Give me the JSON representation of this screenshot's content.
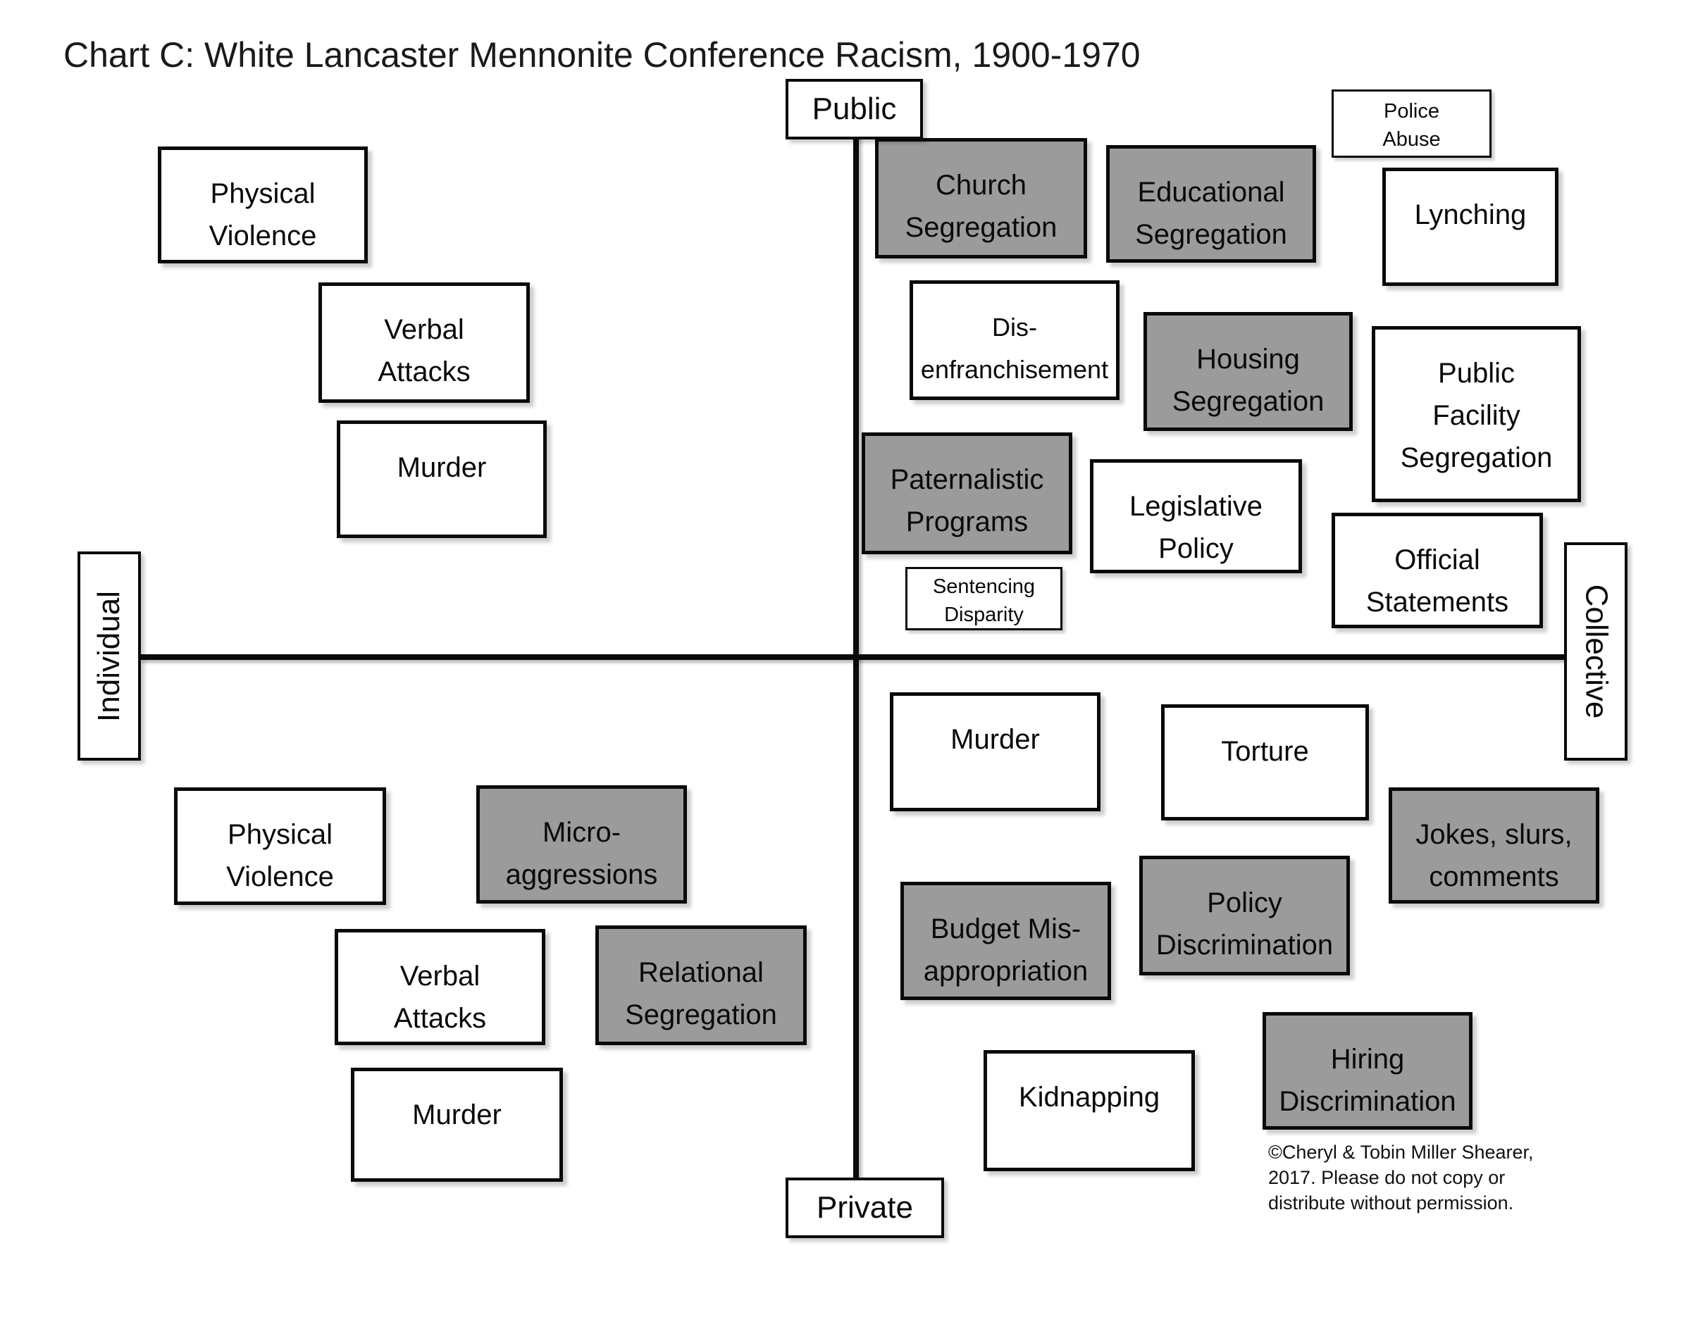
{
  "title": "Chart C: White Lancaster Mennonite Conference Racism, 1900-1970",
  "axes": {
    "top_label": "Public",
    "bottom_label": "Private",
    "left_label": "Individual",
    "right_label": "Collective"
  },
  "colors": {
    "background": "#FFFFFF",
    "box_fill_white": "#FFFFFF",
    "box_fill_gray": "#9B9B9B",
    "border_and_text": "#0A0A0A"
  },
  "boxes": [
    {
      "label": "Physical\nViolence",
      "shade": "white",
      "quadrant": "individual-public"
    },
    {
      "label": "Verbal\nAttacks",
      "shade": "white",
      "quadrant": "individual-public"
    },
    {
      "label": "Murder",
      "shade": "white",
      "quadrant": "individual-public"
    },
    {
      "label": "Church\nSegregation",
      "shade": "gray",
      "quadrant": "collective-public"
    },
    {
      "label": "Educational\nSegregation",
      "shade": "gray",
      "quadrant": "collective-public"
    },
    {
      "label": "Police\nAbuse",
      "shade": "white",
      "quadrant": "collective-public"
    },
    {
      "label": "Lynching",
      "shade": "white",
      "quadrant": "collective-public"
    },
    {
      "label": "Dis-\nenfranchisement",
      "shade": "white",
      "quadrant": "collective-public"
    },
    {
      "label": "Housing\nSegregation",
      "shade": "gray",
      "quadrant": "collective-public"
    },
    {
      "label": "Public\nFacility\nSegregation",
      "shade": "white",
      "quadrant": "collective-public"
    },
    {
      "label": "Paternalistic\nPrograms",
      "shade": "gray",
      "quadrant": "collective-public"
    },
    {
      "label": "Legislative\nPolicy",
      "shade": "white",
      "quadrant": "collective-public"
    },
    {
      "label": "Sentencing\nDisparity",
      "shade": "white",
      "quadrant": "collective-public"
    },
    {
      "label": "Official\nStatements",
      "shade": "white",
      "quadrant": "collective-public"
    },
    {
      "label": "Physical\nViolence",
      "shade": "white",
      "quadrant": "individual-private"
    },
    {
      "label": "Micro-\naggressions",
      "shade": "gray",
      "quadrant": "individual-private"
    },
    {
      "label": "Verbal\nAttacks",
      "shade": "white",
      "quadrant": "individual-private"
    },
    {
      "label": "Relational\nSegregation",
      "shade": "gray",
      "quadrant": "individual-private"
    },
    {
      "label": "Murder",
      "shade": "white",
      "quadrant": "individual-private"
    },
    {
      "label": "Murder",
      "shade": "white",
      "quadrant": "collective-private"
    },
    {
      "label": "Torture",
      "shade": "white",
      "quadrant": "collective-private"
    },
    {
      "label": "Jokes, slurs,\ncomments",
      "shade": "gray",
      "quadrant": "collective-private"
    },
    {
      "label": "Budget Mis-\nappropriation",
      "shade": "gray",
      "quadrant": "collective-private"
    },
    {
      "label": "Policy\nDiscrimination",
      "shade": "gray",
      "quadrant": "collective-private"
    },
    {
      "label": "Kidnapping",
      "shade": "white",
      "quadrant": "collective-private"
    },
    {
      "label": "Hiring\nDiscrimination",
      "shade": "gray",
      "quadrant": "collective-private"
    }
  ],
  "copyright": "©Cheryl & Tobin Miller Shearer,\n2017. Please do not copy or\ndistribute without permission."
}
